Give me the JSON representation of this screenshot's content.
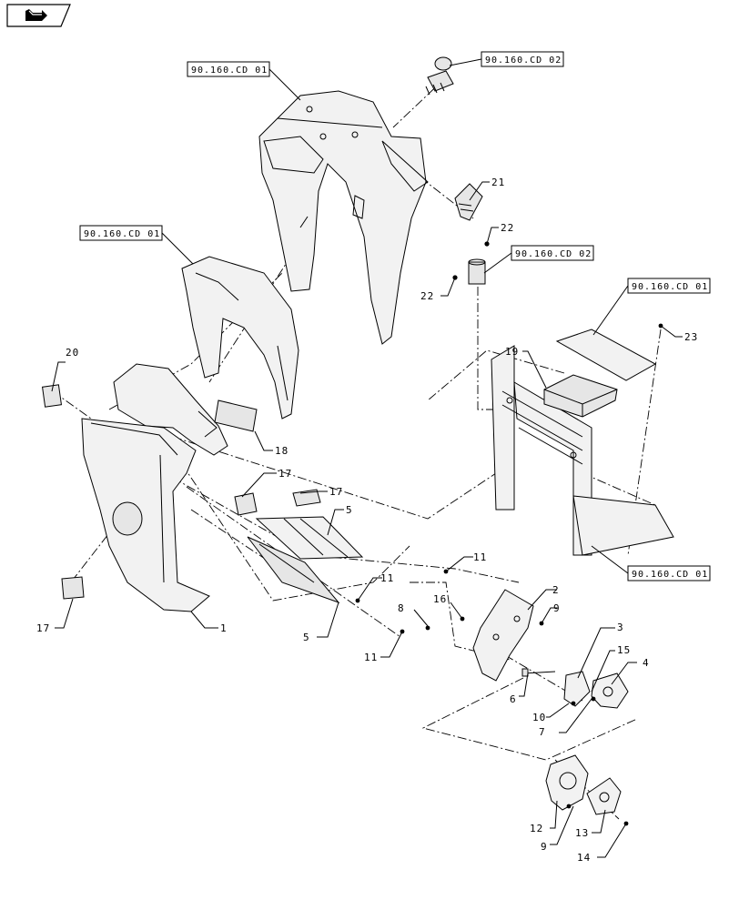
{
  "nav_icon": "return-arrow-icon",
  "references": [
    {
      "id": "ref-top-left",
      "text": "90.160.CD 01"
    },
    {
      "id": "ref-top-right",
      "text": "90.160.CD 02"
    },
    {
      "id": "ref-mid-left",
      "text": "90.160.CD 01"
    },
    {
      "id": "ref-mid-right",
      "text": "90.160.CD 02"
    },
    {
      "id": "ref-right-upper",
      "text": "90.160.CD 01"
    },
    {
      "id": "ref-right-lower",
      "text": "90.160.CD 01"
    }
  ],
  "callouts": {
    "c1": "1",
    "c2": "2",
    "c3": "3",
    "c4": "4",
    "c5a": "5",
    "c5b": "5",
    "c6": "6",
    "c7": "7",
    "c8": "8",
    "c9a": "9",
    "c9b": "9",
    "c10": "10",
    "c11a": "11",
    "c11b": "11",
    "c11c": "11",
    "c12": "12",
    "c13": "13",
    "c14": "14",
    "c15": "15",
    "c16": "16",
    "c17a": "17",
    "c17b": "17",
    "c17c": "17",
    "c18": "18",
    "c19": "19",
    "c20": "20",
    "c21": "21",
    "c22a": "22",
    "c22b": "22",
    "c23": "23"
  }
}
